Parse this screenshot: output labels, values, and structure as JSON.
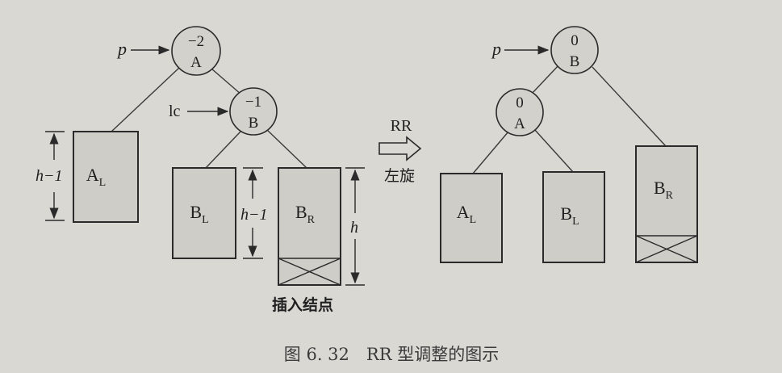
{
  "left_tree": {
    "pointer_p": "p",
    "pointer_lc": "lc",
    "node_a": {
      "balance": "−2",
      "name": "A"
    },
    "node_b": {
      "balance": "−1",
      "name": "B"
    },
    "box_al": {
      "main": "A",
      "sub": "L"
    },
    "box_bl": {
      "main": "B",
      "sub": "L"
    },
    "box_br": {
      "main": "B",
      "sub": "R"
    },
    "dim_al": "h−1",
    "dim_bl": "h−1",
    "dim_br": "h",
    "insert_label": "插入结点"
  },
  "transform": {
    "line1": "RR",
    "line2": "左旋"
  },
  "right_tree": {
    "pointer_p": "p",
    "node_b": {
      "balance": "0",
      "name": "B"
    },
    "node_a": {
      "balance": "0",
      "name": "A"
    },
    "box_al": {
      "main": "A",
      "sub": "L"
    },
    "box_bl": {
      "main": "B",
      "sub": "L"
    },
    "box_br": {
      "main": "B",
      "sub": "R"
    }
  },
  "caption": "图 6. 32　RR 型调整的图示"
}
